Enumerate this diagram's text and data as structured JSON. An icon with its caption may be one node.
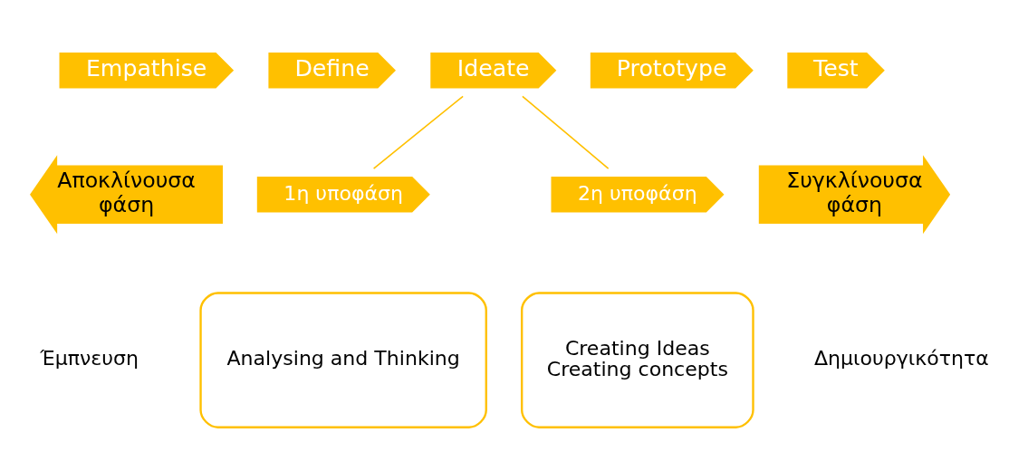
{
  "diagram": {
    "nodes": [
      {
        "text": [
          "Empathise"
        ]
      },
      {
        "text": [
          "Define"
        ]
      },
      {
        "text": [
          "Ideate"
        ]
      },
      {
        "text": [
          "Prototype"
        ]
      },
      {
        "text": [
          "Test"
        ]
      },
      {
        "text": [
          "Αποκλίνουσα",
          "φάση"
        ]
      },
      {
        "text": [
          "1η υποφάση"
        ]
      },
      {
        "text": [
          "2η υποφάση"
        ]
      },
      {
        "text": [
          "Συγκλίνουσα",
          "φάση"
        ]
      },
      {
        "text": [
          "Analysing and Thinking"
        ]
      },
      {
        "text": [
          "Creating Ideas",
          "Creating concepts"
        ]
      }
    ],
    "edges": [
      {
        "from": 2,
        "to": 6,
        "arrow": "none",
        "color": "#ffc000"
      },
      {
        "from": 2,
        "to": 7,
        "arrow": "none",
        "color": "#ffc000"
      }
    ],
    "labels": [
      "Έμπνευση",
      "Δημιουργικότητα"
    ]
  }
}
